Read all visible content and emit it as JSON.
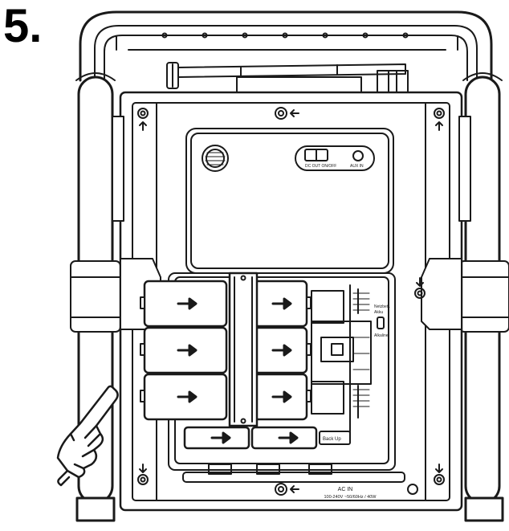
{
  "step": {
    "number": "5."
  },
  "panel": {
    "switch_label": "DC OUT ON/OFF",
    "aux_label": "AUX IN",
    "side_label_1": "Netzbetr.",
    "side_label_2": "Akku",
    "side_label_3": "Alkaline",
    "battery_label": "Back Up",
    "ac_line1": "AC IN",
    "ac_line2": "100-240V ~50/60Hz / 40W"
  },
  "batteries": {
    "rows": 3,
    "cols": 2,
    "bottom_cells": 2
  },
  "colors": {
    "stroke": "#1a1a1a",
    "panel_fill": "#ffffff",
    "shade": "#d9d9d9"
  }
}
